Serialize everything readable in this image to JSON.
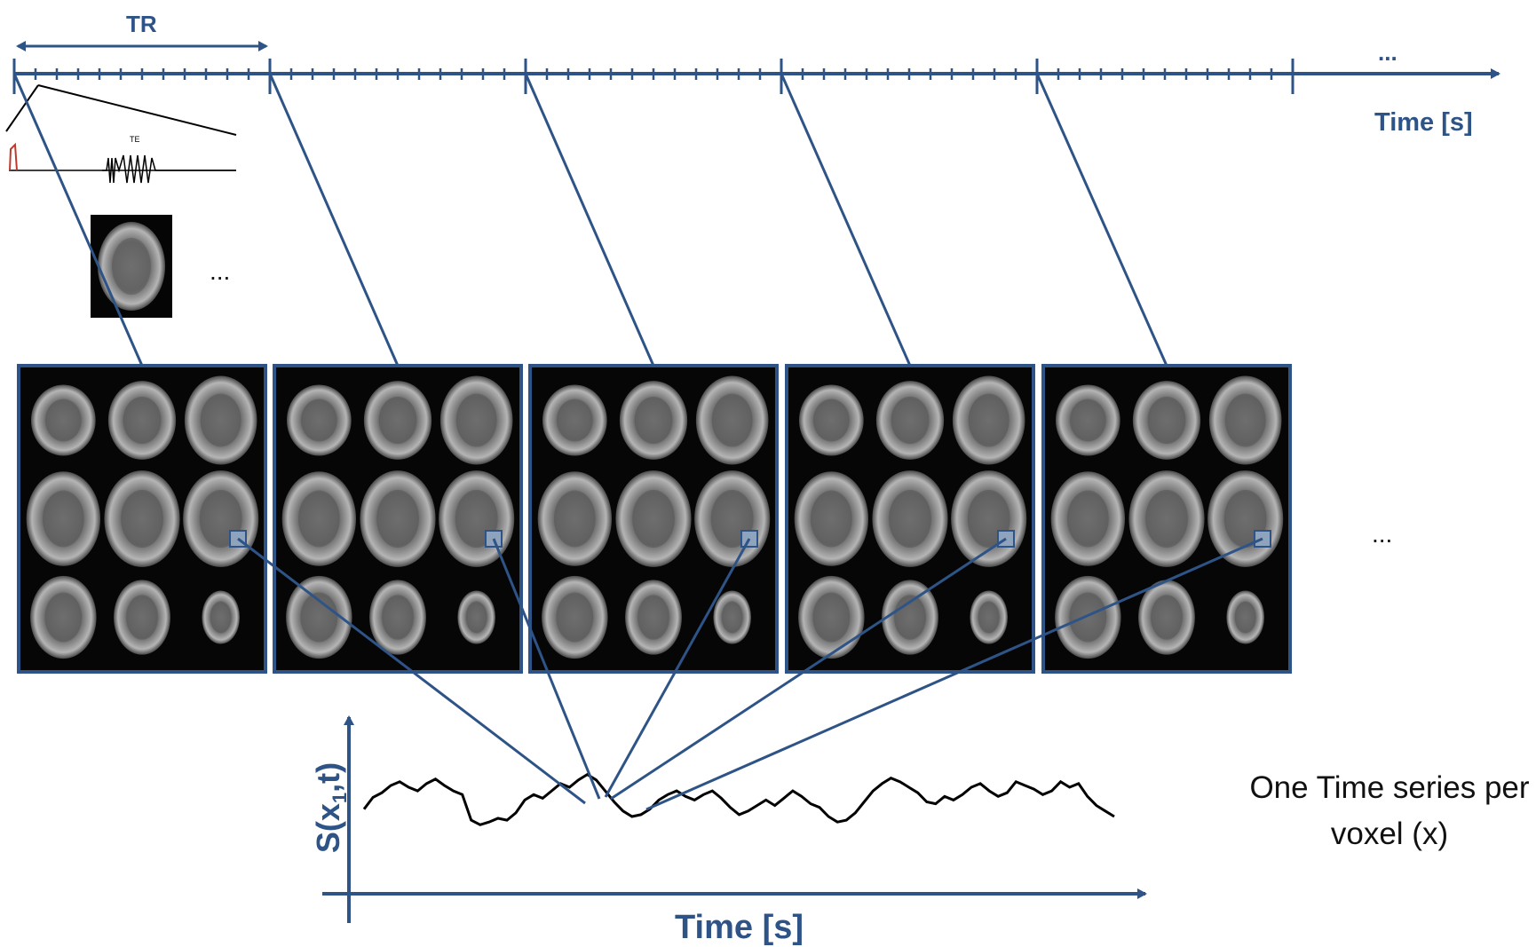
{
  "labels": {
    "tr": "TR",
    "te": "TE",
    "time_top": "Time [s]",
    "time_bottom": "Time [s]",
    "ellipsis_top": "...",
    "ellipsis_mid": "...",
    "ellipsis_right": "...",
    "ylabel_prefix": "S(x",
    "ylabel_sub": "1",
    "ylabel_suffix": ",t)",
    "note": "One Time series per voxel (x)"
  },
  "colors": {
    "accent": "#2e5487",
    "pulse": "#c0392b",
    "signal": "#000000",
    "mri_background": "#060606"
  },
  "volumes_count": 5,
  "slices_per_volume": 9,
  "signal_series": [
    0.42,
    0.55,
    0.6,
    0.68,
    0.72,
    0.66,
    0.62,
    0.7,
    0.75,
    0.68,
    0.62,
    0.58,
    0.3,
    0.25,
    0.28,
    0.32,
    0.3,
    0.38,
    0.52,
    0.58,
    0.54,
    0.62,
    0.7,
    0.66,
    0.74,
    0.8,
    0.74,
    0.62,
    0.5,
    0.4,
    0.34,
    0.36,
    0.42,
    0.52,
    0.58,
    0.62,
    0.56,
    0.52,
    0.58,
    0.62,
    0.54,
    0.44,
    0.36,
    0.4,
    0.46,
    0.52,
    0.46,
    0.54,
    0.62,
    0.56,
    0.48,
    0.44,
    0.34,
    0.28,
    0.3,
    0.38,
    0.5,
    0.62,
    0.7,
    0.76,
    0.72,
    0.66,
    0.6,
    0.5,
    0.48,
    0.56,
    0.52,
    0.58,
    0.66,
    0.7,
    0.62,
    0.56,
    0.6,
    0.72,
    0.68,
    0.64,
    0.58,
    0.62,
    0.72,
    0.66,
    0.7,
    0.56,
    0.46,
    0.4,
    0.34
  ]
}
